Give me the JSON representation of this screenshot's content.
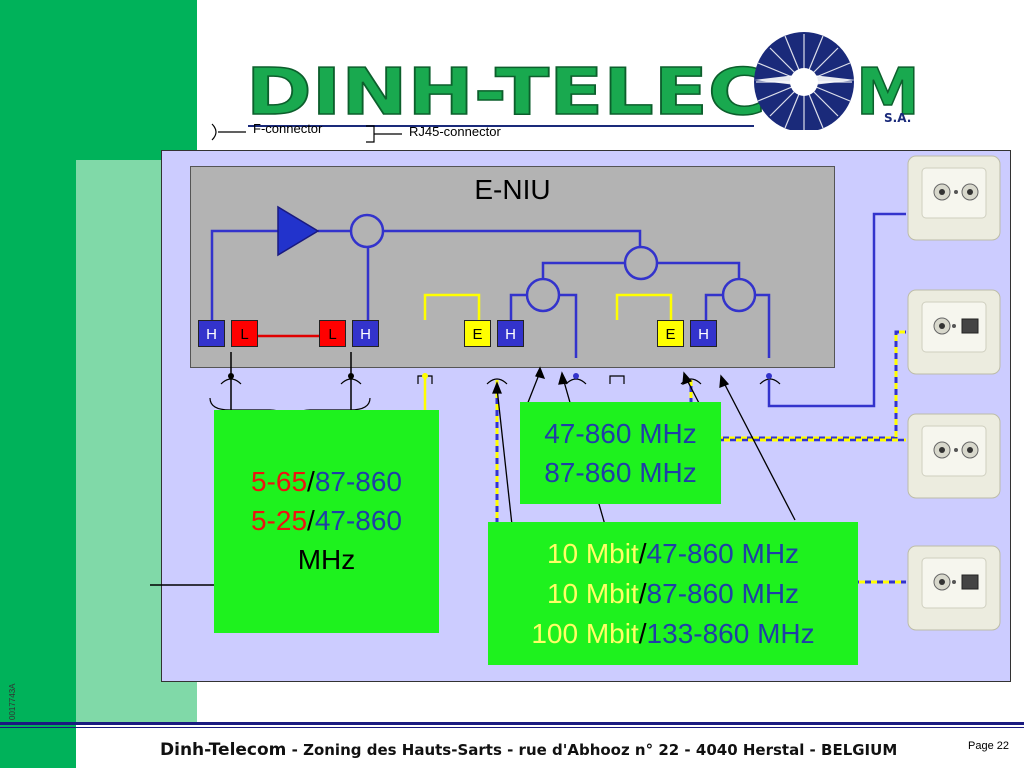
{
  "header": {
    "logo_text": "DINH-TELECOM",
    "logo_suffix": "S.A."
  },
  "legend": {
    "f_connector": "F-connector",
    "rj45_connector": "RJ45-connector"
  },
  "eniu": {
    "title": "E-NIU",
    "ports": [
      {
        "label": "H",
        "color": "#3333cc"
      },
      {
        "label": "L",
        "color": "#ff0000"
      },
      {
        "label": "L",
        "color": "#ff0000"
      },
      {
        "label": "H",
        "color": "#3333cc"
      },
      {
        "label": "E",
        "color": "#ffff00"
      },
      {
        "label": "H",
        "color": "#3333cc"
      },
      {
        "label": "E",
        "color": "#ffff00"
      },
      {
        "label": "H",
        "color": "#3333cc"
      }
    ]
  },
  "boxes": {
    "left": {
      "line1_red": "5-65",
      "line1_sep": "/",
      "line1_blue": "87-860",
      "line2_red": "5-25",
      "line2_sep": "/",
      "line2_blue": "47-860",
      "line3": "MHz"
    },
    "middle": {
      "line1": "47-860 MHz",
      "line2": "87-860 MHz"
    },
    "bottom": {
      "row1_rate": "10 Mbit",
      "row1_sep": "/",
      "row1_freq": "47-860 MHz",
      "row2_rate": "10 Mbit",
      "row2_sep": "/",
      "row2_freq": "87-860 MHz",
      "row3_rate": "100 Mbit",
      "row3_sep": "/",
      "row3_freq": "133-860 MHz"
    }
  },
  "footer": {
    "company": "Dinh-Telecom",
    "address": " - Zoning des Hauts-Sarts - rue d'Abhooz n° 22 - 4040 Herstal - BELGIUM",
    "page": "Page 22",
    "side_code": "0017743A"
  },
  "colors": {
    "brand_green": "#00b25a",
    "light_green": "#80d9a8",
    "panel_lavender": "#ccccff",
    "box_green": "#1ef21e",
    "coax_blue": "#3333cc",
    "low_red": "#ff0000",
    "eth_yellow": "#ffff00",
    "rate_yellow": "#ffff66",
    "freq_blue": "#1f3fa6"
  }
}
